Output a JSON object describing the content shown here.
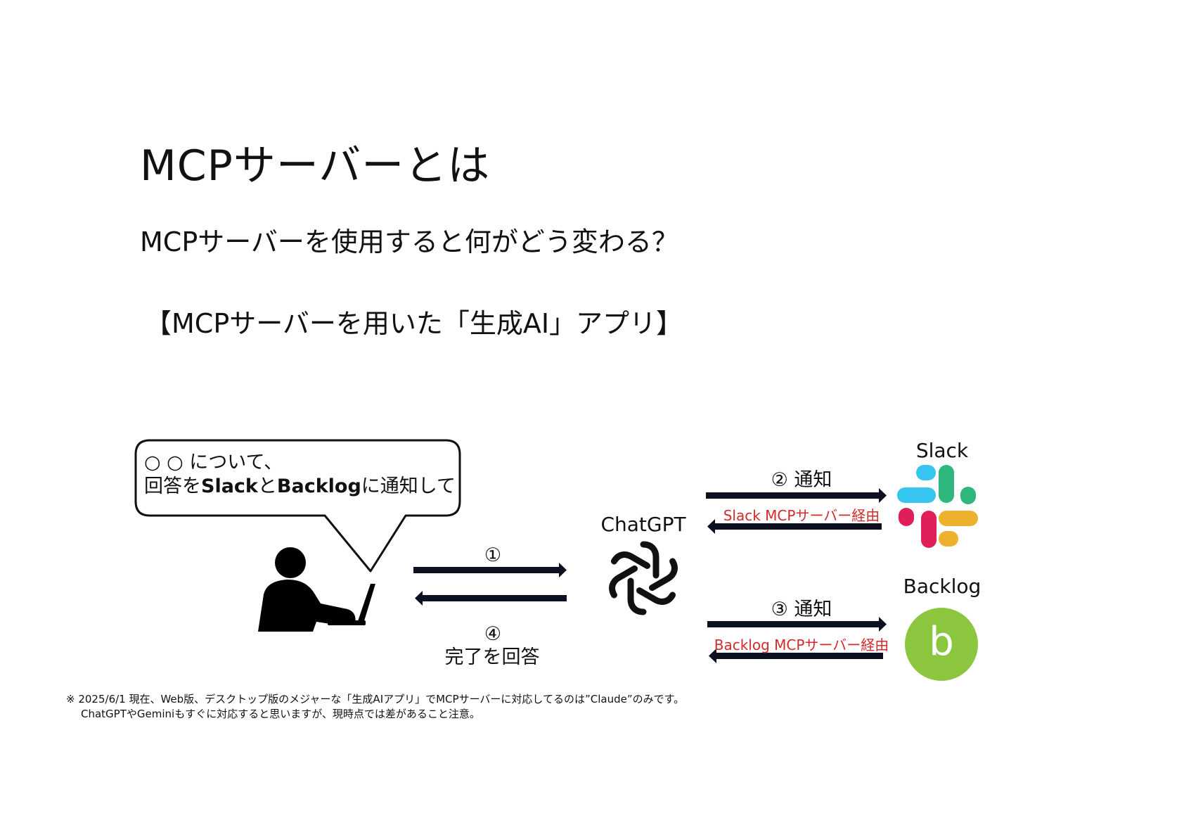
{
  "title": "MCPサーバーとは",
  "subtitle": "MCPサーバーを使用すると何がどう変わる？",
  "app_heading": "【MCPサーバーを用いた「生成AI」アプリ】",
  "bubble": {
    "line1": "○ ○ について、",
    "line2_part1": "回答を",
    "line2_slack": "Slack",
    "line2_part2": "と",
    "line2_backlog": "Backlog",
    "line2_part3": "に通知して"
  },
  "steps": {
    "step1": "①",
    "step4": "④",
    "step4_text": "完了を回答",
    "step2": "② 通知",
    "step2_via": "Slack MCPサーバー経由",
    "step3": "③ 通知",
    "step3_via": "Backlog MCPサーバー経由"
  },
  "nodes": {
    "chatgpt": "ChatGPT",
    "slack": "Slack",
    "backlog": "Backlog",
    "backlog_logo_letter": "b"
  },
  "footnote": {
    "line1": "※ 2025/6/1 現在、Web版、デスクトップ版のメジャーな「生成AIアプリ」でMCPサーバーに対応してるのは”Claude”のみです。",
    "line2": "ChatGPTやGeminiもすぐに対応すると思いますが、現時点では差があること注意。"
  },
  "colors": {
    "text": "#111111",
    "arrow": "#0d1020",
    "red_label": "#d42a2a",
    "slack_blue": "#36C5F0",
    "slack_green": "#2EB67D",
    "slack_yellow": "#ECB22E",
    "slack_red": "#E01E5A",
    "backlog_green": "#8CC63F"
  },
  "icons": [
    "person-at-laptop-icon",
    "openai-logo-icon",
    "slack-logo-icon",
    "backlog-logo-icon"
  ]
}
